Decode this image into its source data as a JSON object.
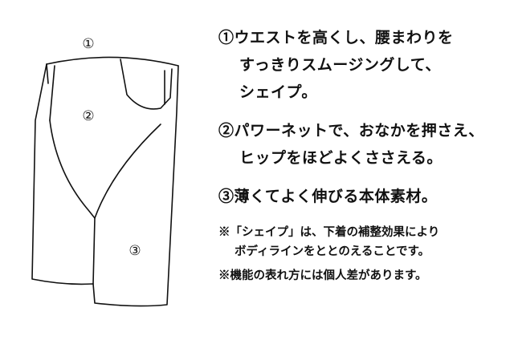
{
  "diagram": {
    "labels": [
      "①",
      "②",
      "③"
    ]
  },
  "features": [
    {
      "lines": [
        "①ウエストを高くし、腰まわりを",
        "すっきりスムージングして、",
        "シェイプ。"
      ]
    },
    {
      "lines": [
        "②パワーネットで、おなかを押さえ、",
        "ヒップをほどよくささえる。"
      ]
    },
    {
      "lines": [
        "③薄くてよく伸びる本体素材。"
      ]
    }
  ],
  "notes": [
    {
      "lines": [
        "※「シェイプ」は、下着の補整効果により",
        "ボディラインをととのえることです。"
      ]
    },
    {
      "lines": [
        "※機能の表れ方には個人差があります。"
      ]
    }
  ]
}
